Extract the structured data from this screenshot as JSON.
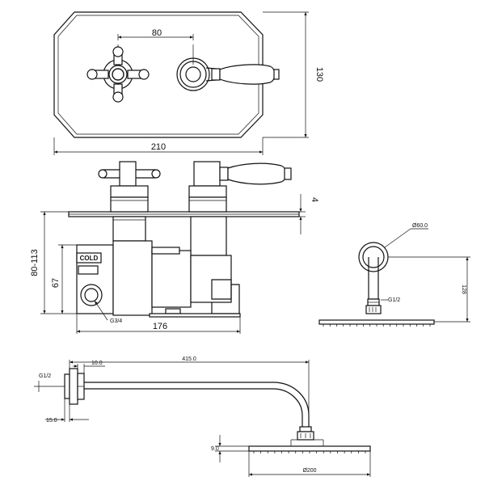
{
  "drawing": {
    "front_view": {
      "valve_spacing": "80",
      "plate_width": "210",
      "plate_height": "130"
    },
    "side_view": {
      "plate_thickness": "4",
      "depth_range": "80-113",
      "body_depth": "67",
      "inlet_thread": "G3/4",
      "body_width": "176",
      "cartridge_label": "COLD"
    },
    "shower_head_side": {
      "arm_diameter": "Ø60.0",
      "outlet_thread": "G1/2",
      "drop": "128"
    },
    "shower_arm": {
      "inlet_thread": "G1/2",
      "flange_depth": "10.0",
      "arm_length": "415.0",
      "flange_offset": "15.0",
      "head_thickness": "9.0",
      "head_diameter": "Ø200"
    }
  }
}
